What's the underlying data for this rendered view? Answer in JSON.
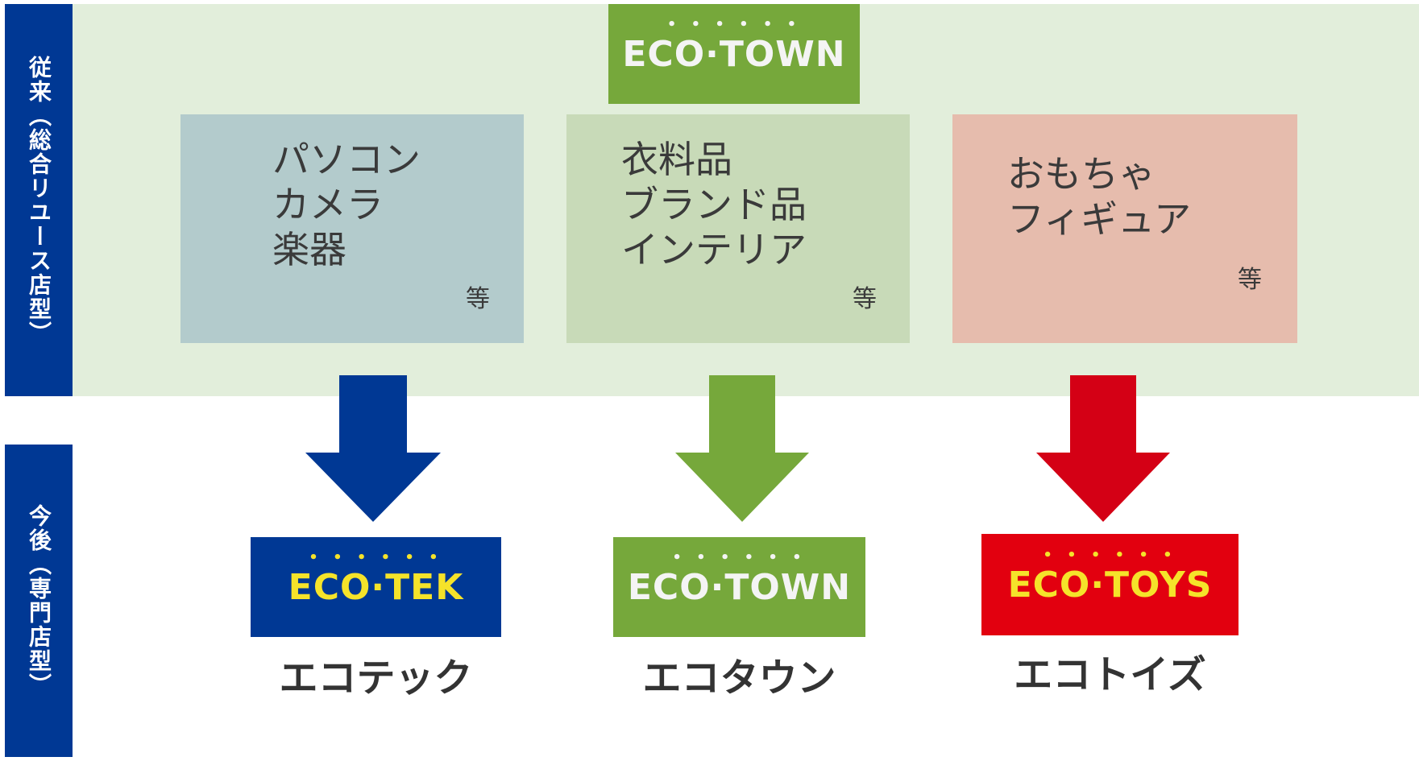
{
  "labels": {
    "before": "従来（総合リユース店型）",
    "after": "今後（専門店型）"
  },
  "top_logo": {
    "dots": "• • • • • •",
    "text": "ECO·TOWN"
  },
  "categories": [
    {
      "lines": [
        "パソコン",
        "カメラ",
        "楽器"
      ],
      "etc": "等",
      "color": "#b3cbcc"
    },
    {
      "lines": [
        "衣料品",
        "ブランド品",
        "インテリア"
      ],
      "etc": "等",
      "color": "#c8dab8"
    },
    {
      "lines": [
        "おもちゃ",
        "フィギュア"
      ],
      "etc": "等",
      "color": "#e6bcad"
    }
  ],
  "arrows": [
    {
      "color": "#003894"
    },
    {
      "color": "#76a83b"
    },
    {
      "color": "#d40015"
    }
  ],
  "stores": [
    {
      "logo": "ECO·TEK",
      "dots": "• • • • • •",
      "bg": "#003894",
      "fg": "#f5e32a",
      "name": "エコテック"
    },
    {
      "logo": "ECO·TOWN",
      "dots": "• • • • • •",
      "bg": "#76a83b",
      "fg": "#f4f4f4",
      "name": "エコタウン"
    },
    {
      "logo": "ECO·TOYS",
      "dots": "• • • • • •",
      "bg": "#e2000f",
      "fg": "#f5e32a",
      "name": "エコトイズ"
    }
  ]
}
